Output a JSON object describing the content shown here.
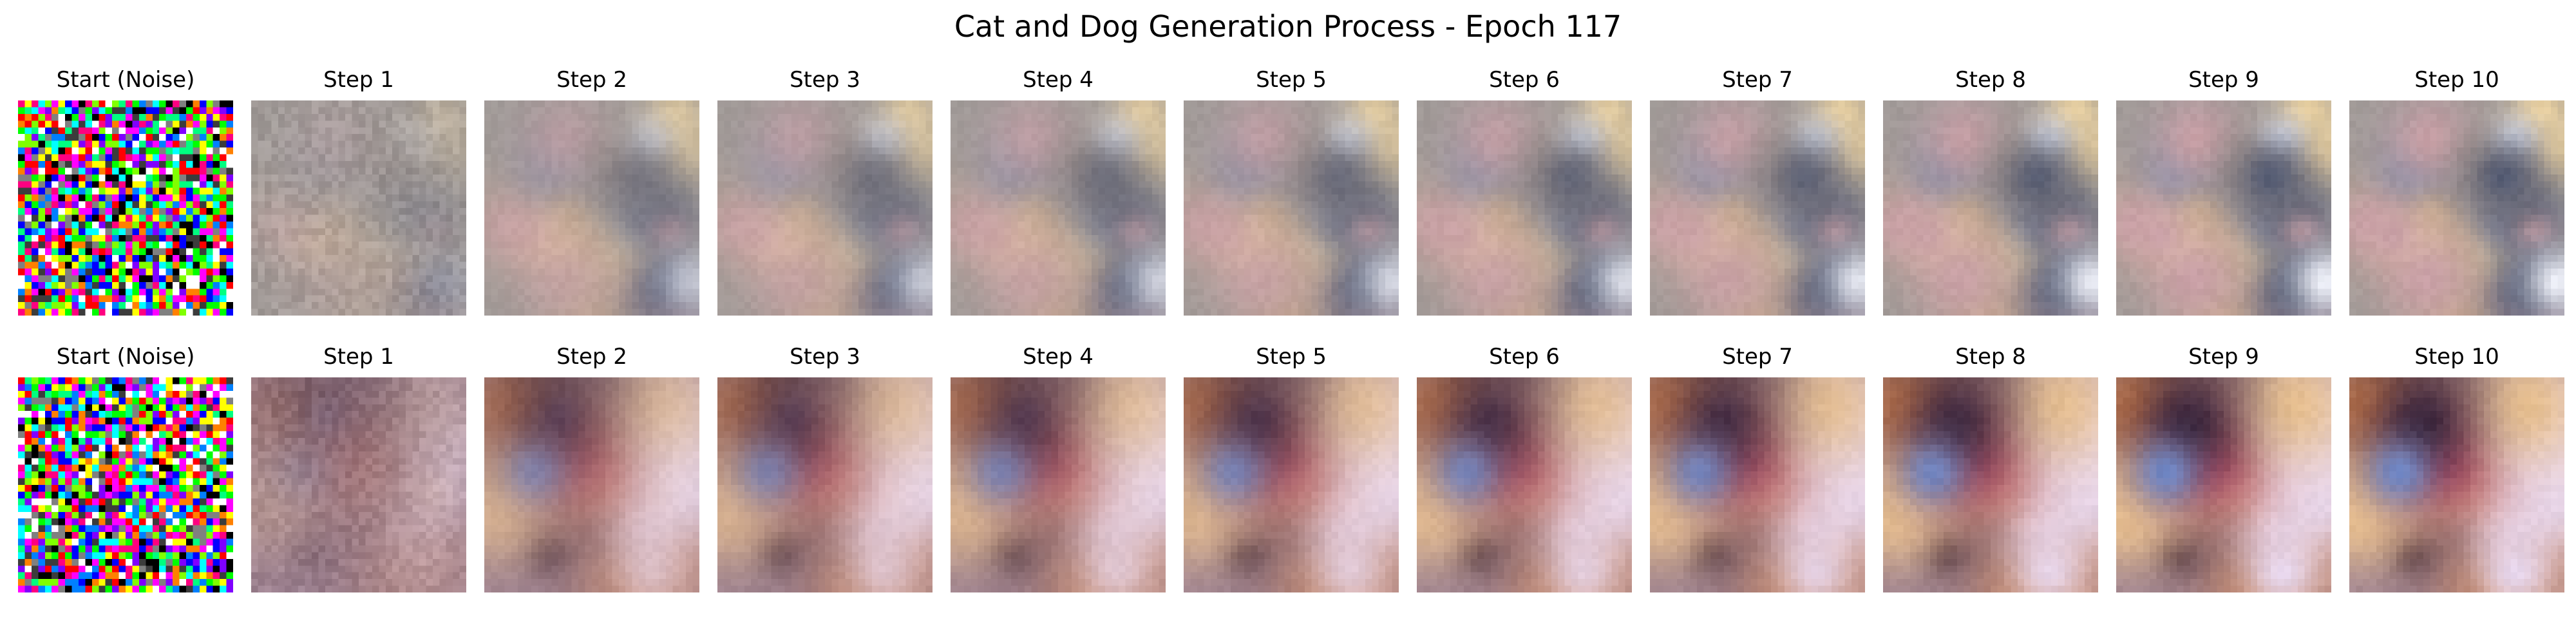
{
  "figure": {
    "title": "Cat and Dog Generation Process - Epoch 117"
  },
  "rows": [
    {
      "palette": {
        "base": "#a09a97",
        "blue": "#7f8aa6",
        "dark": "#545b72",
        "warm": "#c6a98c",
        "cream": "#f1d6a0",
        "pink": "#c9a0a6",
        "white": "#eef0f8"
      },
      "panels": [
        {
          "title": "Start (Noise)",
          "kind": "noise"
        },
        {
          "title": "Step 1",
          "kind": "step"
        },
        {
          "title": "Step 2",
          "kind": "step"
        },
        {
          "title": "Step 3",
          "kind": "step"
        },
        {
          "title": "Step 4",
          "kind": "step"
        },
        {
          "title": "Step 5",
          "kind": "step"
        },
        {
          "title": "Step 6",
          "kind": "step"
        },
        {
          "title": "Step 7",
          "kind": "step"
        },
        {
          "title": "Step 8",
          "kind": "step"
        },
        {
          "title": "Step 9",
          "kind": "step"
        },
        {
          "title": "Step 10",
          "kind": "step"
        }
      ]
    },
    {
      "palette": {
        "base": "#9a7f90",
        "blue": "#6f86c4",
        "dark": "#3a2438",
        "warm": "#c47a4a",
        "cream": "#e8c090",
        "pink": "#b8445e",
        "white": "#e8d8ee"
      },
      "panels": [
        {
          "title": "Start (Noise)",
          "kind": "noise"
        },
        {
          "title": "Step 1",
          "kind": "step"
        },
        {
          "title": "Step 2",
          "kind": "step"
        },
        {
          "title": "Step 3",
          "kind": "step"
        },
        {
          "title": "Step 4",
          "kind": "step"
        },
        {
          "title": "Step 5",
          "kind": "step"
        },
        {
          "title": "Step 6",
          "kind": "step"
        },
        {
          "title": "Step 7",
          "kind": "step"
        },
        {
          "title": "Step 8",
          "kind": "step"
        },
        {
          "title": "Step 9",
          "kind": "step"
        },
        {
          "title": "Step 10",
          "kind": "step"
        }
      ]
    }
  ]
}
